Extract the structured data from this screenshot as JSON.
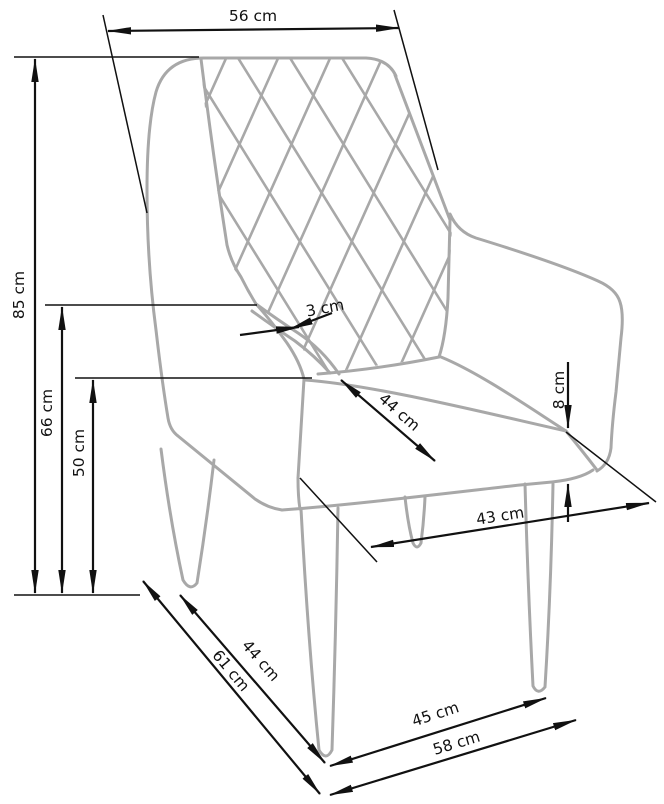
{
  "diagram": {
    "type": "furniture-dimension-drawing",
    "subject": "upholstered armchair with quilted backrest, four tapered legs, three-quarter view",
    "unit": "cm",
    "colors": {
      "chair_outline": "#a8a8a8",
      "dimension_lines": "#111111",
      "background": "#ffffff"
    },
    "dimensions": {
      "top_width": {
        "label": "56 cm",
        "value": 56
      },
      "total_height": {
        "label": "85 cm",
        "value": 85
      },
      "armrest_height": {
        "label": "66 cm",
        "value": 66
      },
      "seat_height": {
        "label": "50 cm",
        "value": 50
      },
      "armrest_thickness": {
        "label": "3 cm",
        "value": 3
      },
      "seat_depth": {
        "label": "44 cm",
        "value": 44
      },
      "seat_side_gap": {
        "label": "8 cm",
        "value": 8
      },
      "base_width": {
        "label": "43 cm",
        "value": 43
      },
      "floor_depth_outer": {
        "label": "61 cm",
        "value": 61
      },
      "floor_depth_inner": {
        "label": "44 cm",
        "value": 44
      },
      "floor_width_inner": {
        "label": "45 cm",
        "value": 45
      },
      "floor_width_outer": {
        "label": "58 cm",
        "value": 58
      }
    }
  }
}
